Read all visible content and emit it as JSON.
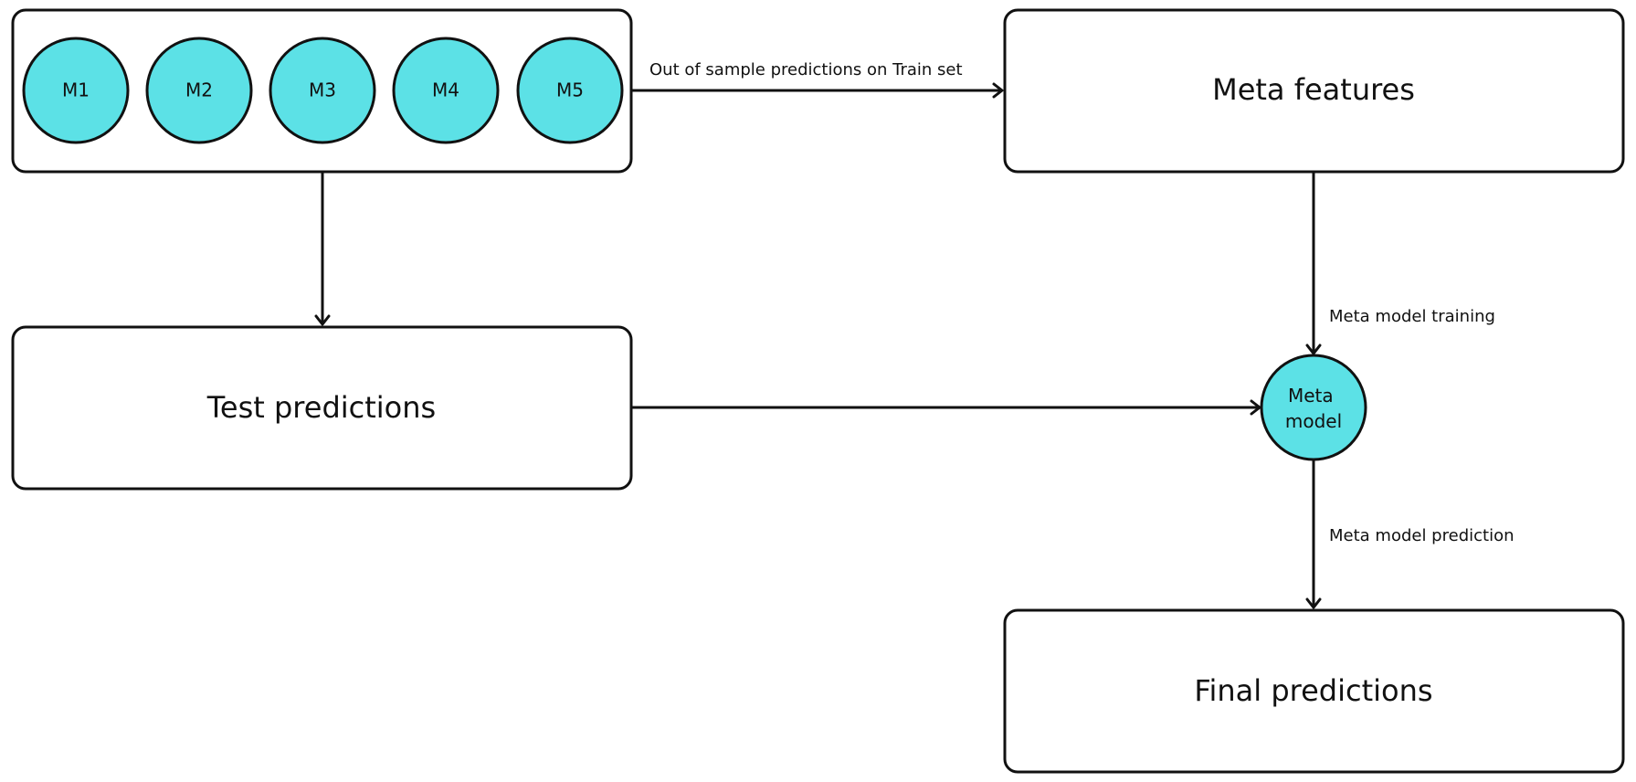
{
  "colors": {
    "node_fill": "#5ce1e6",
    "stroke": "#111111",
    "background": "#ffffff"
  },
  "models": [
    "M1",
    "M2",
    "M3",
    "M4",
    "M5"
  ],
  "boxes": {
    "meta_features": "Meta features",
    "test_predictions": "Test predictions",
    "final_predictions": "Final predictions"
  },
  "meta_model": {
    "line1": "Meta",
    "line2": "model"
  },
  "edges": {
    "oos_label": "Out of sample predictions on Train set",
    "training_label": "Meta model training",
    "prediction_label": "Meta model prediction"
  }
}
